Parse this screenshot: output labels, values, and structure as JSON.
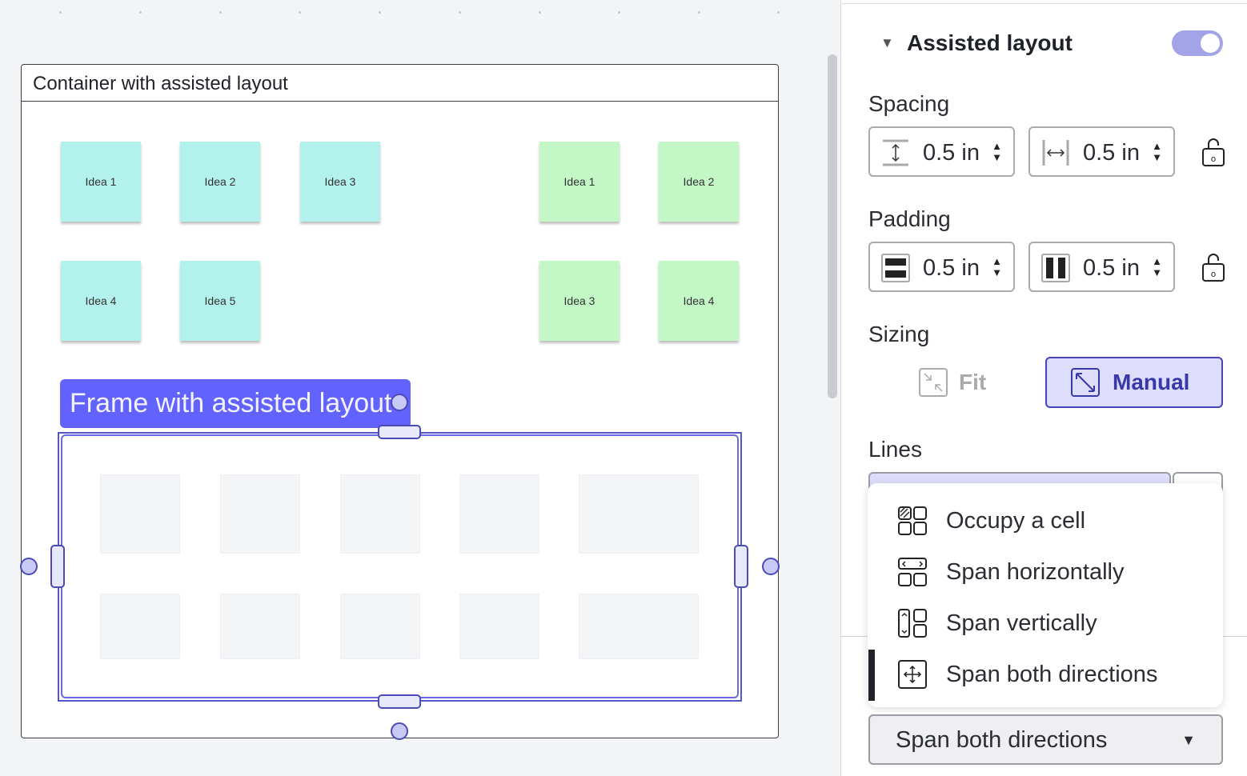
{
  "canvas": {
    "container_title": "Container with assisted layout",
    "stickies_cyan": [
      "Idea  1",
      "Idea 2",
      "Idea 3",
      "Idea 4",
      "Idea 5"
    ],
    "stickies_green": [
      "Idea 1",
      "Idea 2",
      "Idea 3",
      "Idea 4"
    ],
    "frame_title": "Frame with assisted layout"
  },
  "panel": {
    "section_title": "Assisted layout",
    "toggle_on": true,
    "spacing_label": "Spacing",
    "spacing_vertical": "0.5 in",
    "spacing_horizontal": "0.5 in",
    "padding_label": "Padding",
    "padding_vertical": "0.5 in",
    "padding_horizontal": "0.5 in",
    "sizing_label": "Sizing",
    "sizing_fit": "Fit",
    "sizing_manual": "Manual",
    "lines_label": "Lines",
    "menu": [
      "Occupy a cell",
      "Span horizontally",
      "Span vertically",
      "Span both directions"
    ],
    "selected": "Span both directions"
  },
  "colors": {
    "accent": "#6262ff",
    "toggle": "#a3a3e8",
    "selected_bg": "#dedefc"
  }
}
